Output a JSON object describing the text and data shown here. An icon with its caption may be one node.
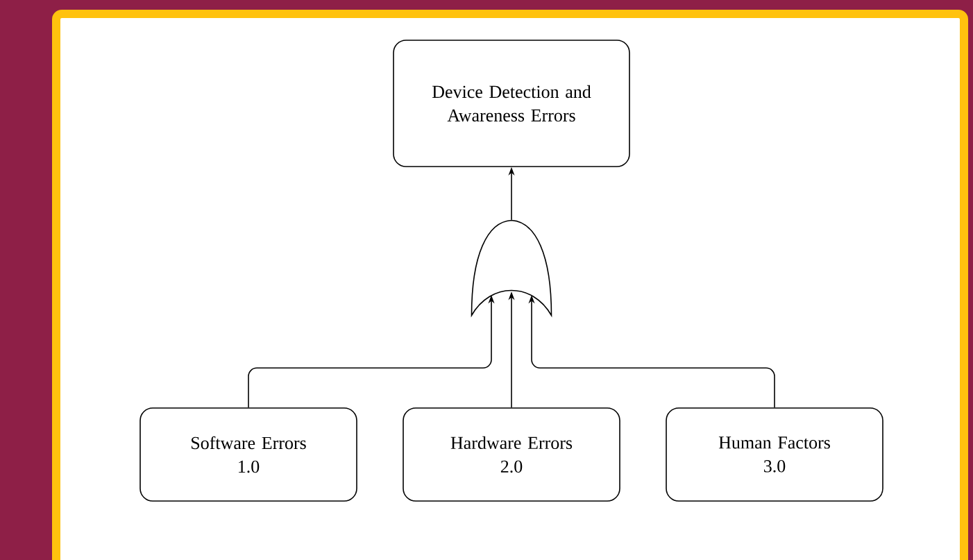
{
  "diagram": {
    "nodes": [
      {
        "text": [
          "Device Detection and Awareness Errors"
        ]
      },
      {
        "text": [],
        "shape": "gate"
      },
      {
        "text": [
          "Software Errors",
          "1.0"
        ]
      },
      {
        "text": [
          "Hardware Errors",
          "2.0"
        ]
      },
      {
        "text": [
          "Human Factors",
          "3.0"
        ]
      }
    ],
    "edges": [
      {
        "from": 1,
        "to": 0,
        "arrow": "to"
      },
      {
        "from": 2,
        "to": 1,
        "arrow": "to"
      },
      {
        "from": 3,
        "to": 1,
        "arrow": "to"
      },
      {
        "from": 4,
        "to": 1,
        "arrow": "to"
      }
    ]
  }
}
